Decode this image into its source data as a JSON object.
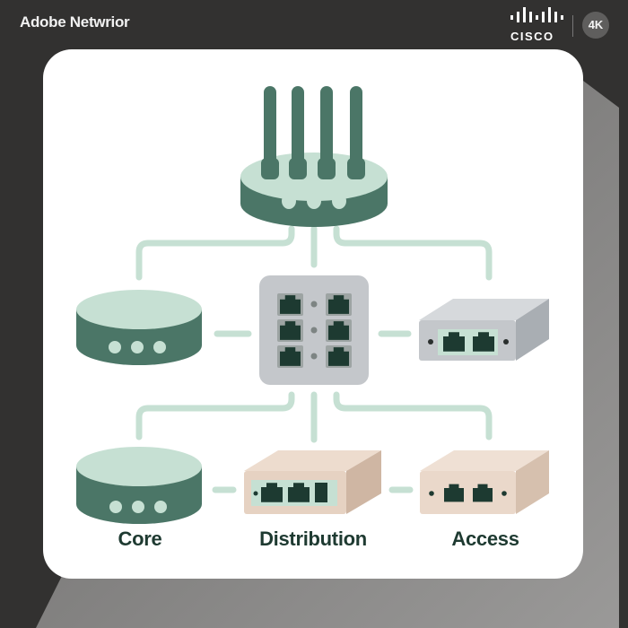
{
  "header": {
    "title": "Adobe Netwrior",
    "brand": "CISCO",
    "resolution_badge": "4K"
  },
  "diagram": {
    "layers": [
      {
        "label": "Core"
      },
      {
        "label": "Distribution"
      },
      {
        "label": "Access"
      }
    ]
  },
  "colors": {
    "background": "#323130",
    "card": "#ffffff",
    "device_dark_green": "#4b7667",
    "device_light_green": "#c6e0d3",
    "switch_gray": "#c4c7cb",
    "access_beige": "#ead8ca",
    "port": "#1d3a31"
  }
}
